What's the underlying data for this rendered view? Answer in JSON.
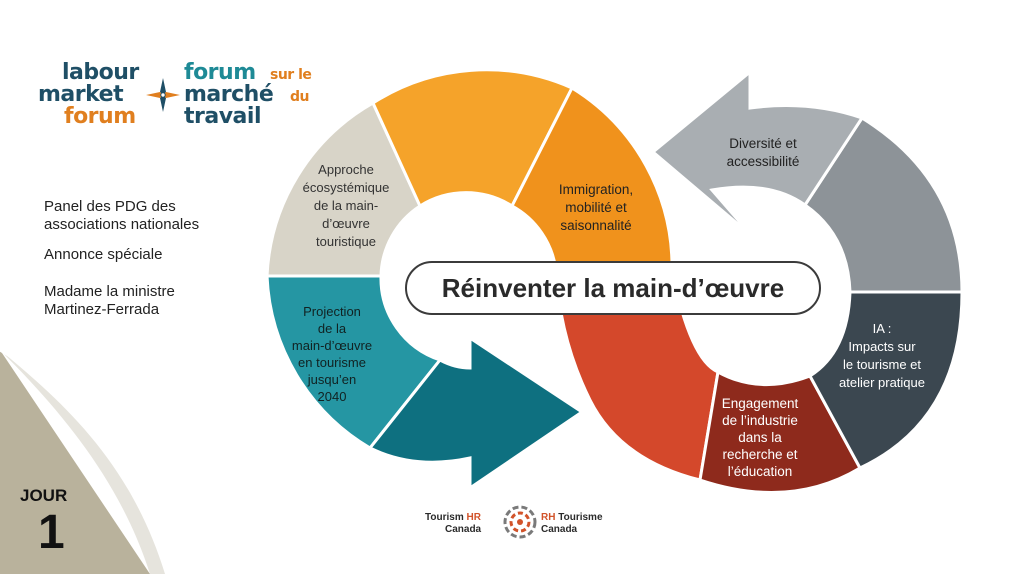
{
  "logo": {
    "labour": "labour",
    "market": "market",
    "forum_en": "forum",
    "forum_fr": "forum",
    "sur_le": "sur le",
    "marche": "marché",
    "du": "du",
    "travail": "travail",
    "compass": "compass-rose-icon"
  },
  "agenda": {
    "item1_line1": "Panel des PDG des",
    "item1_line2": "associations nationales",
    "item2": "Annonce spéciale",
    "item3_line1": "Madame la ministre",
    "item3_line2": "Martinez-Ferrada"
  },
  "day": {
    "label": "JOUR",
    "number": "1"
  },
  "center_title": "Réinventer la main-d’œuvre",
  "segments": {
    "approche": [
      "Approche",
      "écosystémique",
      "de la main-",
      "d’œuvre",
      "touristique"
    ],
    "immigration": [
      "Immigration,",
      "mobilité et",
      "saisonnalité"
    ],
    "projection": [
      "Projection",
      "de la",
      "main-d’œuvre",
      "en tourisme",
      "jusqu’en",
      "2040"
    ],
    "diversite": [
      "Diversité et",
      "accessibilité"
    ],
    "ia": [
      "IA :",
      "Impacts sur",
      "le tourisme et",
      "atelier pratique"
    ],
    "engagement": [
      "Engagement",
      "de l’industrie",
      "dans la",
      "recherche et",
      "l’éducation"
    ]
  },
  "footer": {
    "tourism": "Tourism",
    "hr": "HR",
    "canada_en": "Canada",
    "rh": "RH",
    "tourisme": "Tourisme",
    "canada_fr": "Canada"
  },
  "colors": {
    "navy": "#1f4f66",
    "orange": "#e07f1f",
    "teal": "#2596a3",
    "light_orange": "#f5a32a",
    "mid_orange": "#f0921c",
    "beige": "#d8d4c8",
    "dark_teal": "#0e7080",
    "red_orange": "#d4482b",
    "dark_red": "#8e2a1c",
    "light_gray": "#a9aeb2",
    "mid_gray": "#8d9398",
    "charcoal": "#3b4750",
    "page_curl": "#b5ad97"
  }
}
